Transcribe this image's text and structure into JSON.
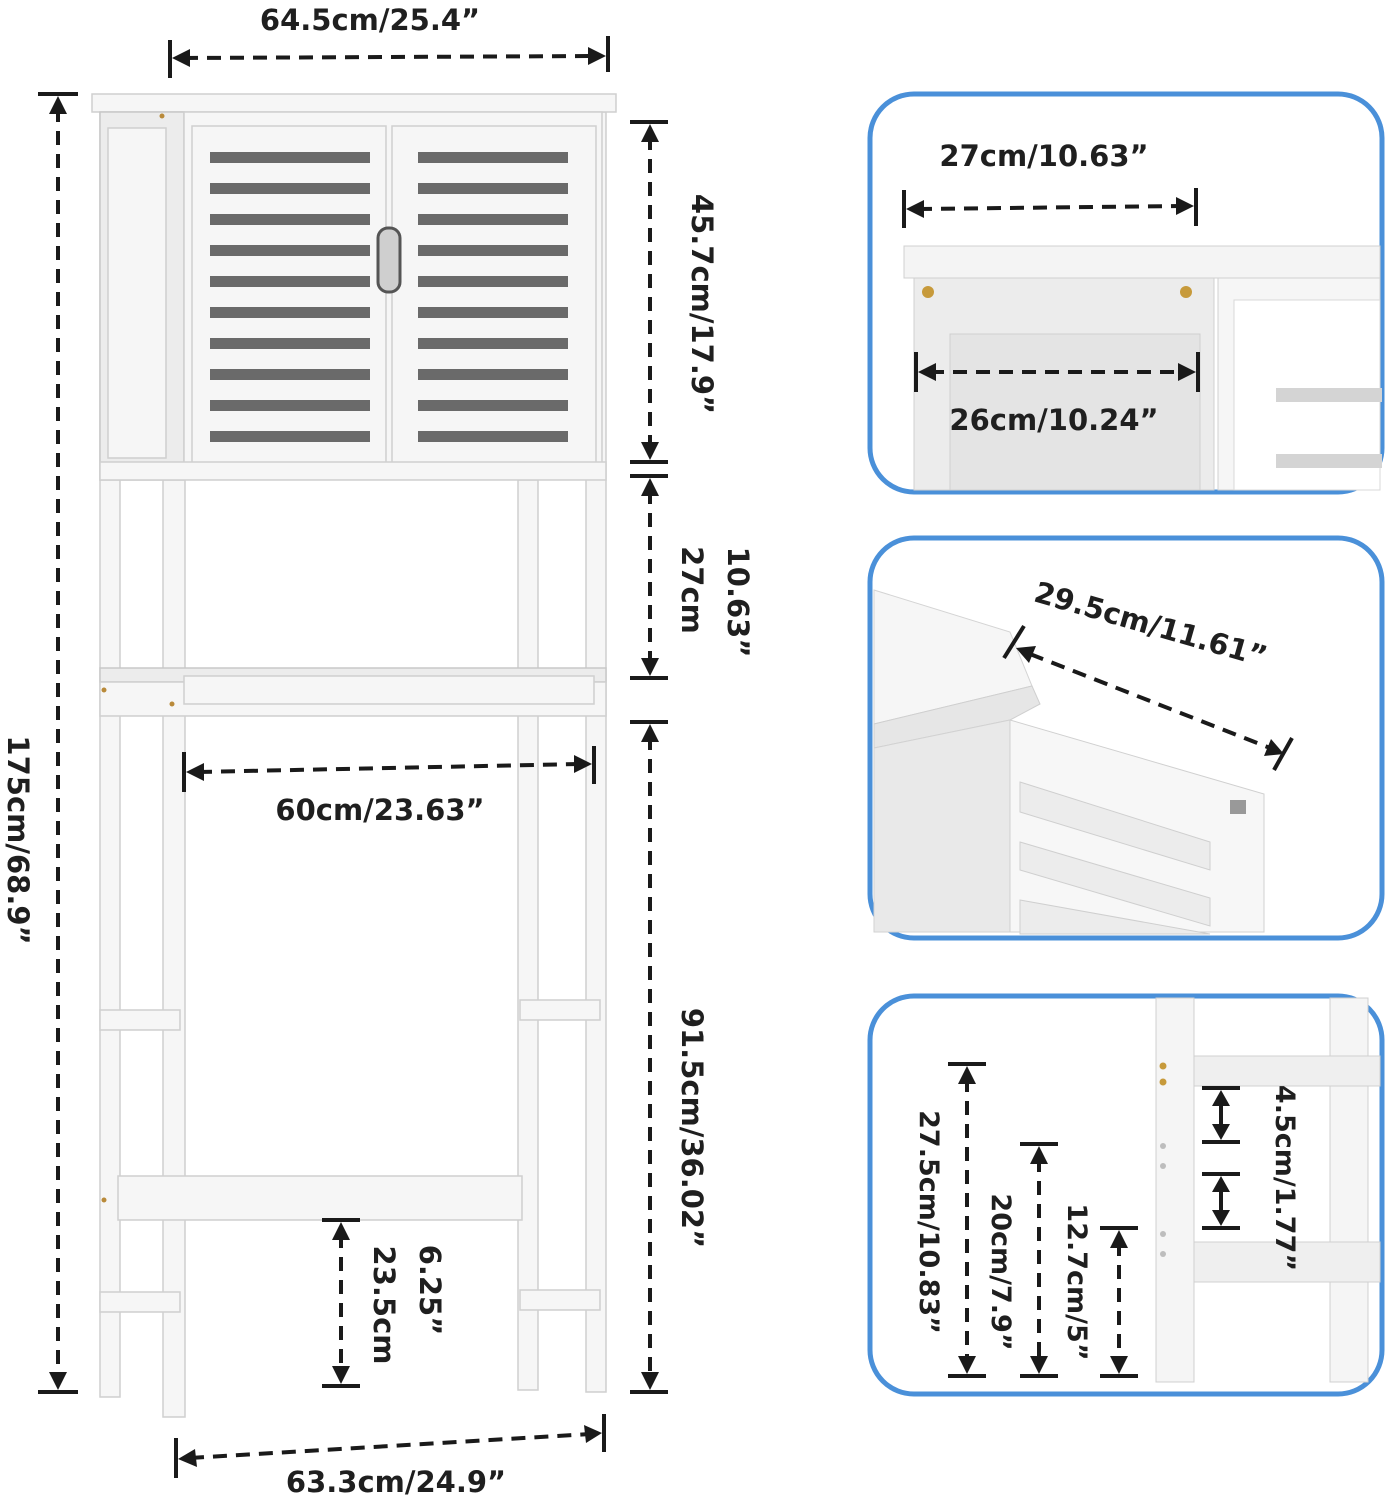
{
  "main": {
    "top_width": "64.5cm/25.4”",
    "total_height": "175cm/68.9”",
    "cabinet_height": "45.7cm/17.9”",
    "shelf_gap_line1": "10.63”",
    "shelf_gap_line2": "27cm",
    "shelf_width": "60cm/23.63”",
    "lower_height": "91.5cm/36.02”",
    "bar_height_line1": "6.25”",
    "bar_height_line2": "23.5cm",
    "base_width": "63.3cm/24.9”"
  },
  "detail_top": {
    "top_depth": "27cm/10.63”",
    "inner_depth": "26cm/10.24”"
  },
  "detail_middle": {
    "diagonal_depth": "29.5cm/11.61”"
  },
  "detail_bottom": {
    "height_a": "27.5cm/10.83”",
    "height_b": "20cm/7.9”",
    "height_c": "12.7cm/5”",
    "spacing": "4.5cm/1.77”"
  },
  "colors": {
    "panel_border": "#4a90d9",
    "furniture": "#f6f6f6",
    "slats": "#6a6a6a"
  }
}
